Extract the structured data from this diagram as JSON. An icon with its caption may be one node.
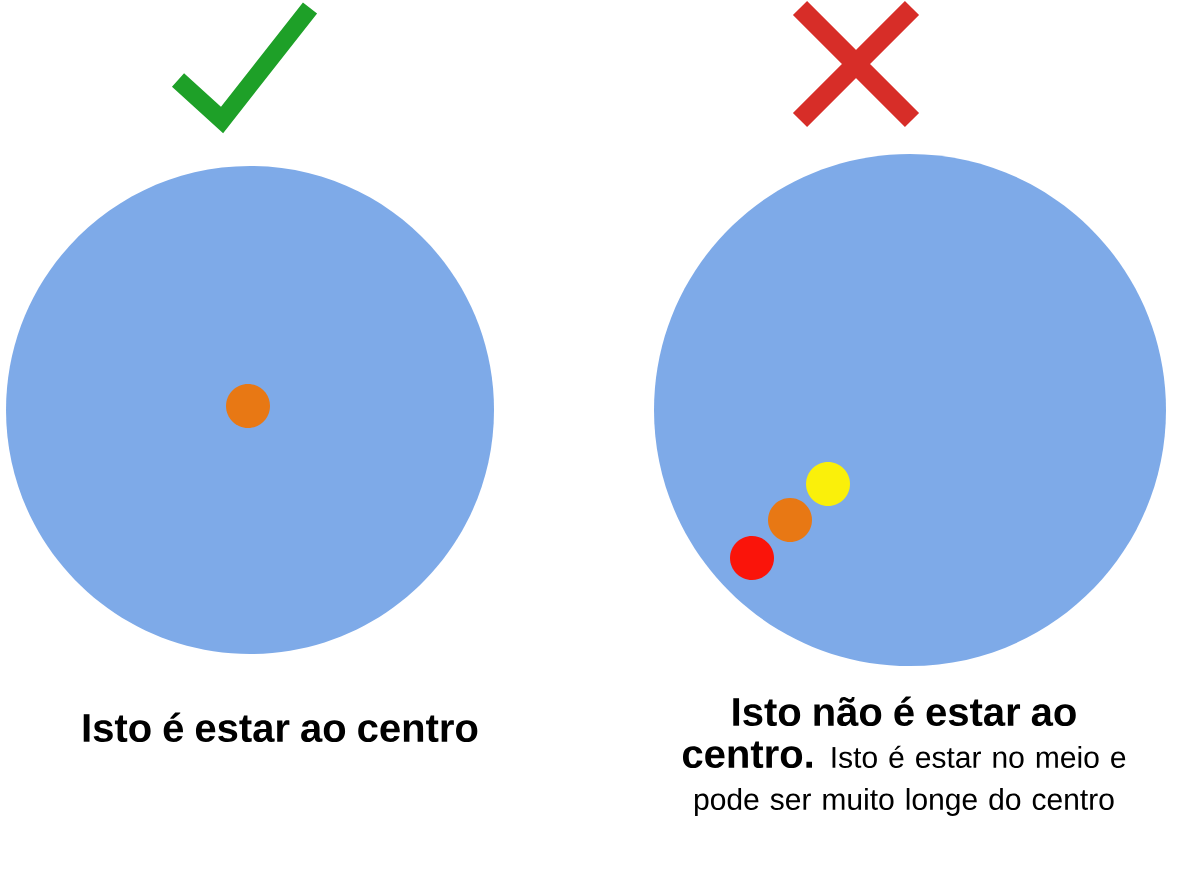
{
  "diagram": {
    "nodes": [
      {
        "text": [],
        "shape": "circle",
        "beside": [
          "Isto é estar ao centro"
        ]
      },
      {
        "text": [],
        "shape": "circle",
        "in": 0
      },
      {
        "text": [],
        "shape": "circle",
        "beside": [
          "**Isto não é estar ao centro.** Isto é estar no meio e pode ser muito longe do centro"
        ]
      },
      {
        "text": [],
        "shape": "circle",
        "in": 2
      },
      {
        "text": [],
        "shape": "circle",
        "in": 2
      },
      {
        "text": [],
        "shape": "circle",
        "in": 2
      }
    ],
    "edges": []
  }
}
